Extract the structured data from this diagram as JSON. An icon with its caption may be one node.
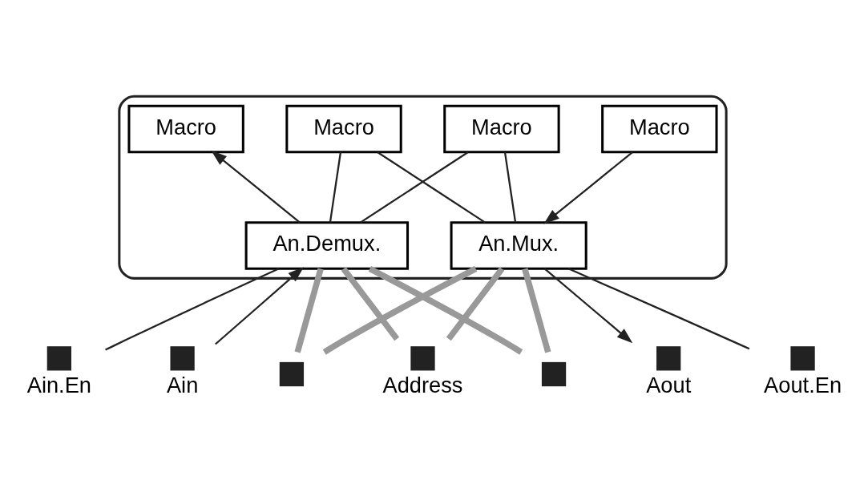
{
  "diagram": {
    "nodes": [
      {
        "text": [],
        "shape": "box"
      },
      {
        "text": [
          "Macro"
        ],
        "in": 0
      },
      {
        "text": [
          "Macro"
        ],
        "in": 0
      },
      {
        "text": [
          "Macro"
        ],
        "in": 0
      },
      {
        "text": [
          "Macro"
        ],
        "in": 0
      },
      {
        "text": [
          "An.Demux."
        ],
        "in": 0
      },
      {
        "text": [
          "An.Mux."
        ],
        "in": 0
      },
      {
        "text": [
          "Ain.En"
        ]
      },
      {
        "text": [
          "Ain"
        ]
      },
      {
        "text": [],
        "shape": "box"
      },
      {
        "text": [
          "Address"
        ]
      },
      {
        "text": [],
        "shape": "box"
      },
      {
        "text": [
          "Aout"
        ]
      },
      {
        "text": [
          "Aout.En"
        ]
      }
    ],
    "edges": [
      {
        "from": 5,
        "to": 1,
        "arrow": "to"
      },
      {
        "from": 5,
        "to": 2,
        "arrow": "none"
      },
      {
        "from": 5,
        "to": 3,
        "arrow": "none"
      },
      {
        "from": 2,
        "to": 6,
        "arrow": "none"
      },
      {
        "from": 3,
        "to": 6,
        "arrow": "none"
      },
      {
        "from": 4,
        "to": 6,
        "arrow": "to"
      },
      {
        "from": 7,
        "to": 5,
        "arrow": "none"
      },
      {
        "from": 8,
        "to": 5,
        "arrow": "to"
      },
      {
        "from": 6,
        "to": 12,
        "arrow": "to"
      },
      {
        "from": 13,
        "to": 6,
        "arrow": "none"
      },
      {
        "from": 5,
        "to": 9,
        "arrow": "none",
        "style": "thick",
        "color": "#999999"
      },
      {
        "from": 5,
        "to": 10,
        "arrow": "none",
        "style": "thick",
        "color": "#999999"
      },
      {
        "from": 5,
        "to": 11,
        "arrow": "none",
        "style": "thick",
        "color": "#999999"
      },
      {
        "from": 6,
        "to": 9,
        "arrow": "none",
        "style": "thick",
        "color": "#999999"
      },
      {
        "from": 6,
        "to": 10,
        "arrow": "none",
        "style": "thick",
        "color": "#999999"
      },
      {
        "from": 6,
        "to": 11,
        "arrow": "none",
        "style": "thick",
        "color": "#999999"
      }
    ]
  }
}
